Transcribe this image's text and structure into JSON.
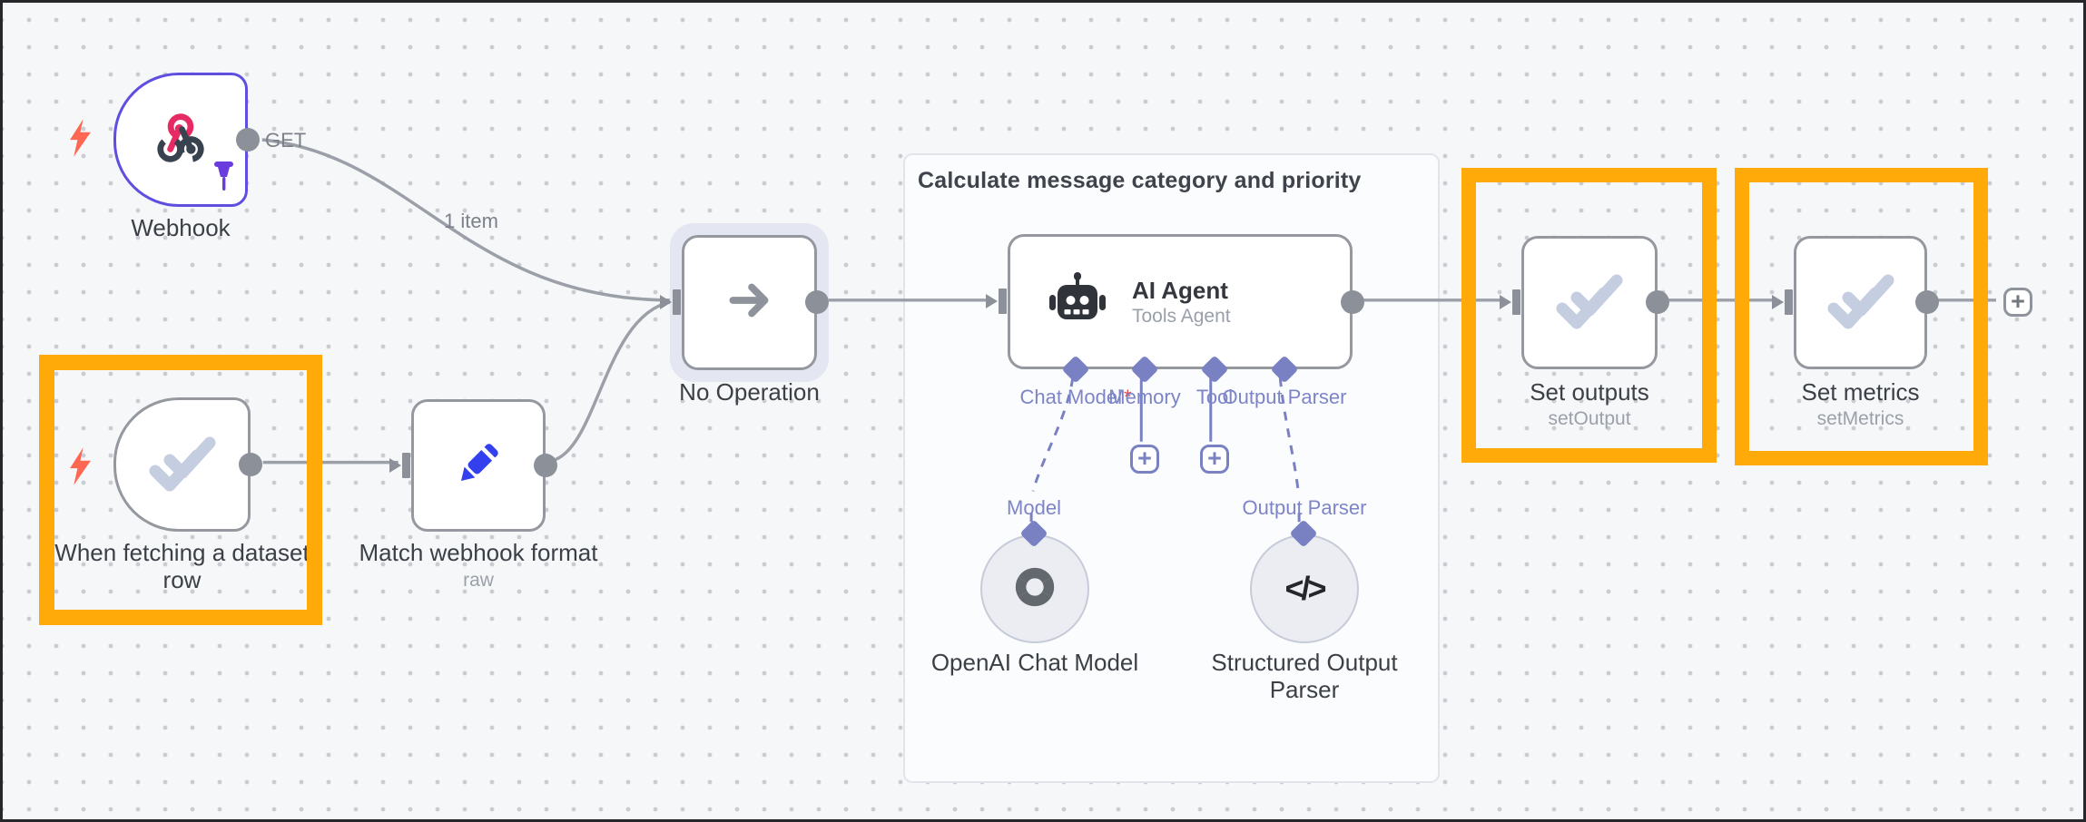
{
  "workflow": {
    "edge_item_count_label": "1 item",
    "webhook": {
      "label": "Webhook",
      "method": "GET"
    },
    "dataset_trigger": {
      "label": "When fetching a dataset row"
    },
    "match_format": {
      "label": "Match webhook format",
      "subtitle": "raw"
    },
    "noop": {
      "label": "No Operation"
    },
    "group_title": "Calculate message category and priority",
    "agent": {
      "title": "AI Agent",
      "subtitle": "Tools Agent",
      "required_marker": "*",
      "ports": [
        {
          "label": "Chat Model"
        },
        {
          "label": "Memory"
        },
        {
          "label": "Tool"
        },
        {
          "label": "Output Parser"
        }
      ]
    },
    "model_port_label": "Model",
    "output_parser_port_label": "Output Parser",
    "openai_model": {
      "label": "OpenAI Chat Model"
    },
    "structured_parser": {
      "label": "Structured Output Parser"
    },
    "set_outputs": {
      "label": "Set outputs",
      "subtitle": "setOutput"
    },
    "set_metrics": {
      "label": "Set metrics",
      "subtitle": "setMetrics"
    },
    "code_glyph": "</>",
    "plus_glyph": "+"
  },
  "colors": {
    "highlight_orange": "#ffaa08",
    "connector_purple": "#7a81c3",
    "edge_gray": "#9b9fa7",
    "node_border_gray": "#95989f",
    "webhook_border_purple": "#5f4fe0",
    "bolt_coral": "#ff6753",
    "pencil_blue": "#3340ee",
    "check_slate": "#c5cde0",
    "canvas_bg": "#f6f7f9"
  }
}
